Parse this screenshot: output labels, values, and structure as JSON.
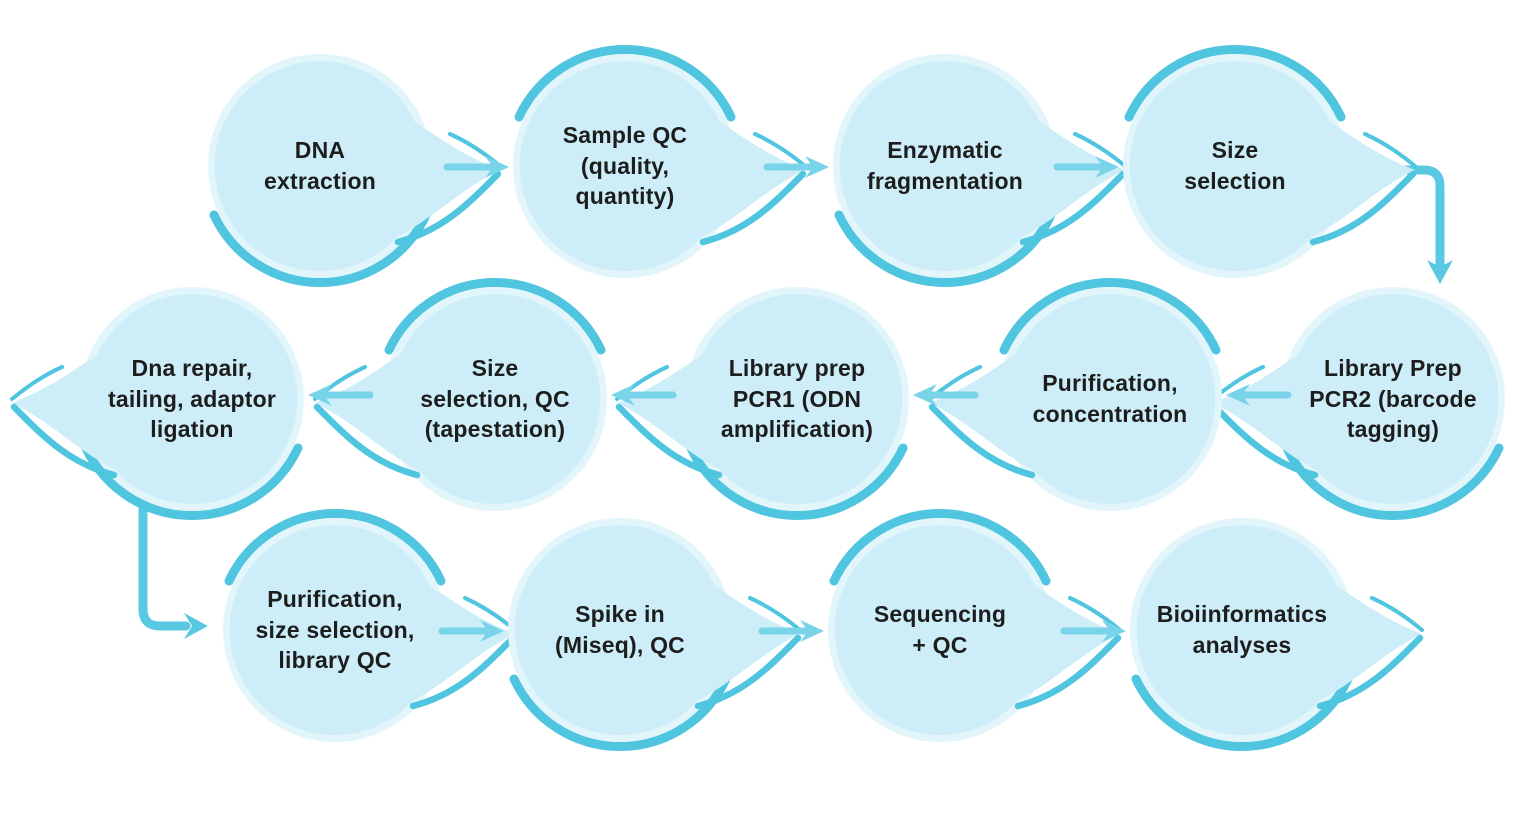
{
  "background": "#ffffff",
  "palette": {
    "accent_swoosh": "#4fc5e0",
    "accent_arrow": "#79d3e9",
    "accent_elbow": "#59c9e3",
    "bubble_fill": "#cdeef8",
    "bubble_ring": "#e1f5fb",
    "label_text": "#1d1d1d"
  },
  "flow": {
    "nodes": [
      {
        "id": "dna-extraction",
        "label": "DNA\nextraction",
        "row": 1,
        "tail": "right",
        "accent": "bottom"
      },
      {
        "id": "sample-qc",
        "label": "Sample QC\n(quality,\nquantity)",
        "row": 1,
        "tail": "right",
        "accent": "top"
      },
      {
        "id": "enzymatic-fragmentation",
        "label": "Enzymatic\nfragmentation",
        "row": 1,
        "tail": "right",
        "accent": "bottom"
      },
      {
        "id": "size-selection",
        "label": "Size\nselection",
        "row": 1,
        "tail": "right",
        "accent": "top"
      },
      {
        "id": "library-prep-pcr2",
        "label": "Library Prep\nPCR2 (barcode\ntagging)",
        "row": 2,
        "tail": "left",
        "accent": "bottom"
      },
      {
        "id": "purification-concentration",
        "label": "Purification,\nconcentration",
        "row": 2,
        "tail": "left",
        "accent": "top"
      },
      {
        "id": "library-prep-pcr1",
        "label": "Library prep\nPCR1 (ODN\namplification)",
        "row": 2,
        "tail": "left",
        "accent": "bottom"
      },
      {
        "id": "size-selection-qc",
        "label": "Size\nselection, QC\n(tapestation)",
        "row": 2,
        "tail": "left",
        "accent": "top"
      },
      {
        "id": "dna-repair-ligation",
        "label": "Dna repair,\ntailing, adaptor\nligation",
        "row": 2,
        "tail": "left",
        "accent": "bottom"
      },
      {
        "id": "purification-size-selection",
        "label": "Purification,\nsize selection,\nlibrary QC",
        "row": 3,
        "tail": "right",
        "accent": "top"
      },
      {
        "id": "spike-in",
        "label": "Spike in\n(Miseq), QC",
        "row": 3,
        "tail": "right",
        "accent": "bottom"
      },
      {
        "id": "sequencing-qc",
        "label": "Sequencing\n+ QC",
        "row": 3,
        "tail": "right",
        "accent": "top"
      },
      {
        "id": "bioinformatics",
        "label": "Bioiinformatics\nanalyses",
        "row": 3,
        "tail": "right",
        "accent": "bottom"
      }
    ],
    "connections": [
      {
        "from": "dna-extraction",
        "to": "sample-qc",
        "type": "straight"
      },
      {
        "from": "sample-qc",
        "to": "enzymatic-fragmentation",
        "type": "straight"
      },
      {
        "from": "enzymatic-fragmentation",
        "to": "size-selection",
        "type": "straight"
      },
      {
        "from": "size-selection",
        "to": "library-prep-pcr2",
        "type": "elbow-right-down"
      },
      {
        "from": "library-prep-pcr2",
        "to": "purification-concentration",
        "type": "straight"
      },
      {
        "from": "purification-concentration",
        "to": "library-prep-pcr1",
        "type": "straight"
      },
      {
        "from": "library-prep-pcr1",
        "to": "size-selection-qc",
        "type": "straight"
      },
      {
        "from": "size-selection-qc",
        "to": "dna-repair-ligation",
        "type": "straight"
      },
      {
        "from": "dna-repair-ligation",
        "to": "purification-size-selection",
        "type": "elbow-down-right"
      },
      {
        "from": "purification-size-selection",
        "to": "spike-in",
        "type": "straight"
      },
      {
        "from": "spike-in",
        "to": "sequencing-qc",
        "type": "straight"
      },
      {
        "from": "sequencing-qc",
        "to": "bioinformatics",
        "type": "straight"
      }
    ]
  }
}
